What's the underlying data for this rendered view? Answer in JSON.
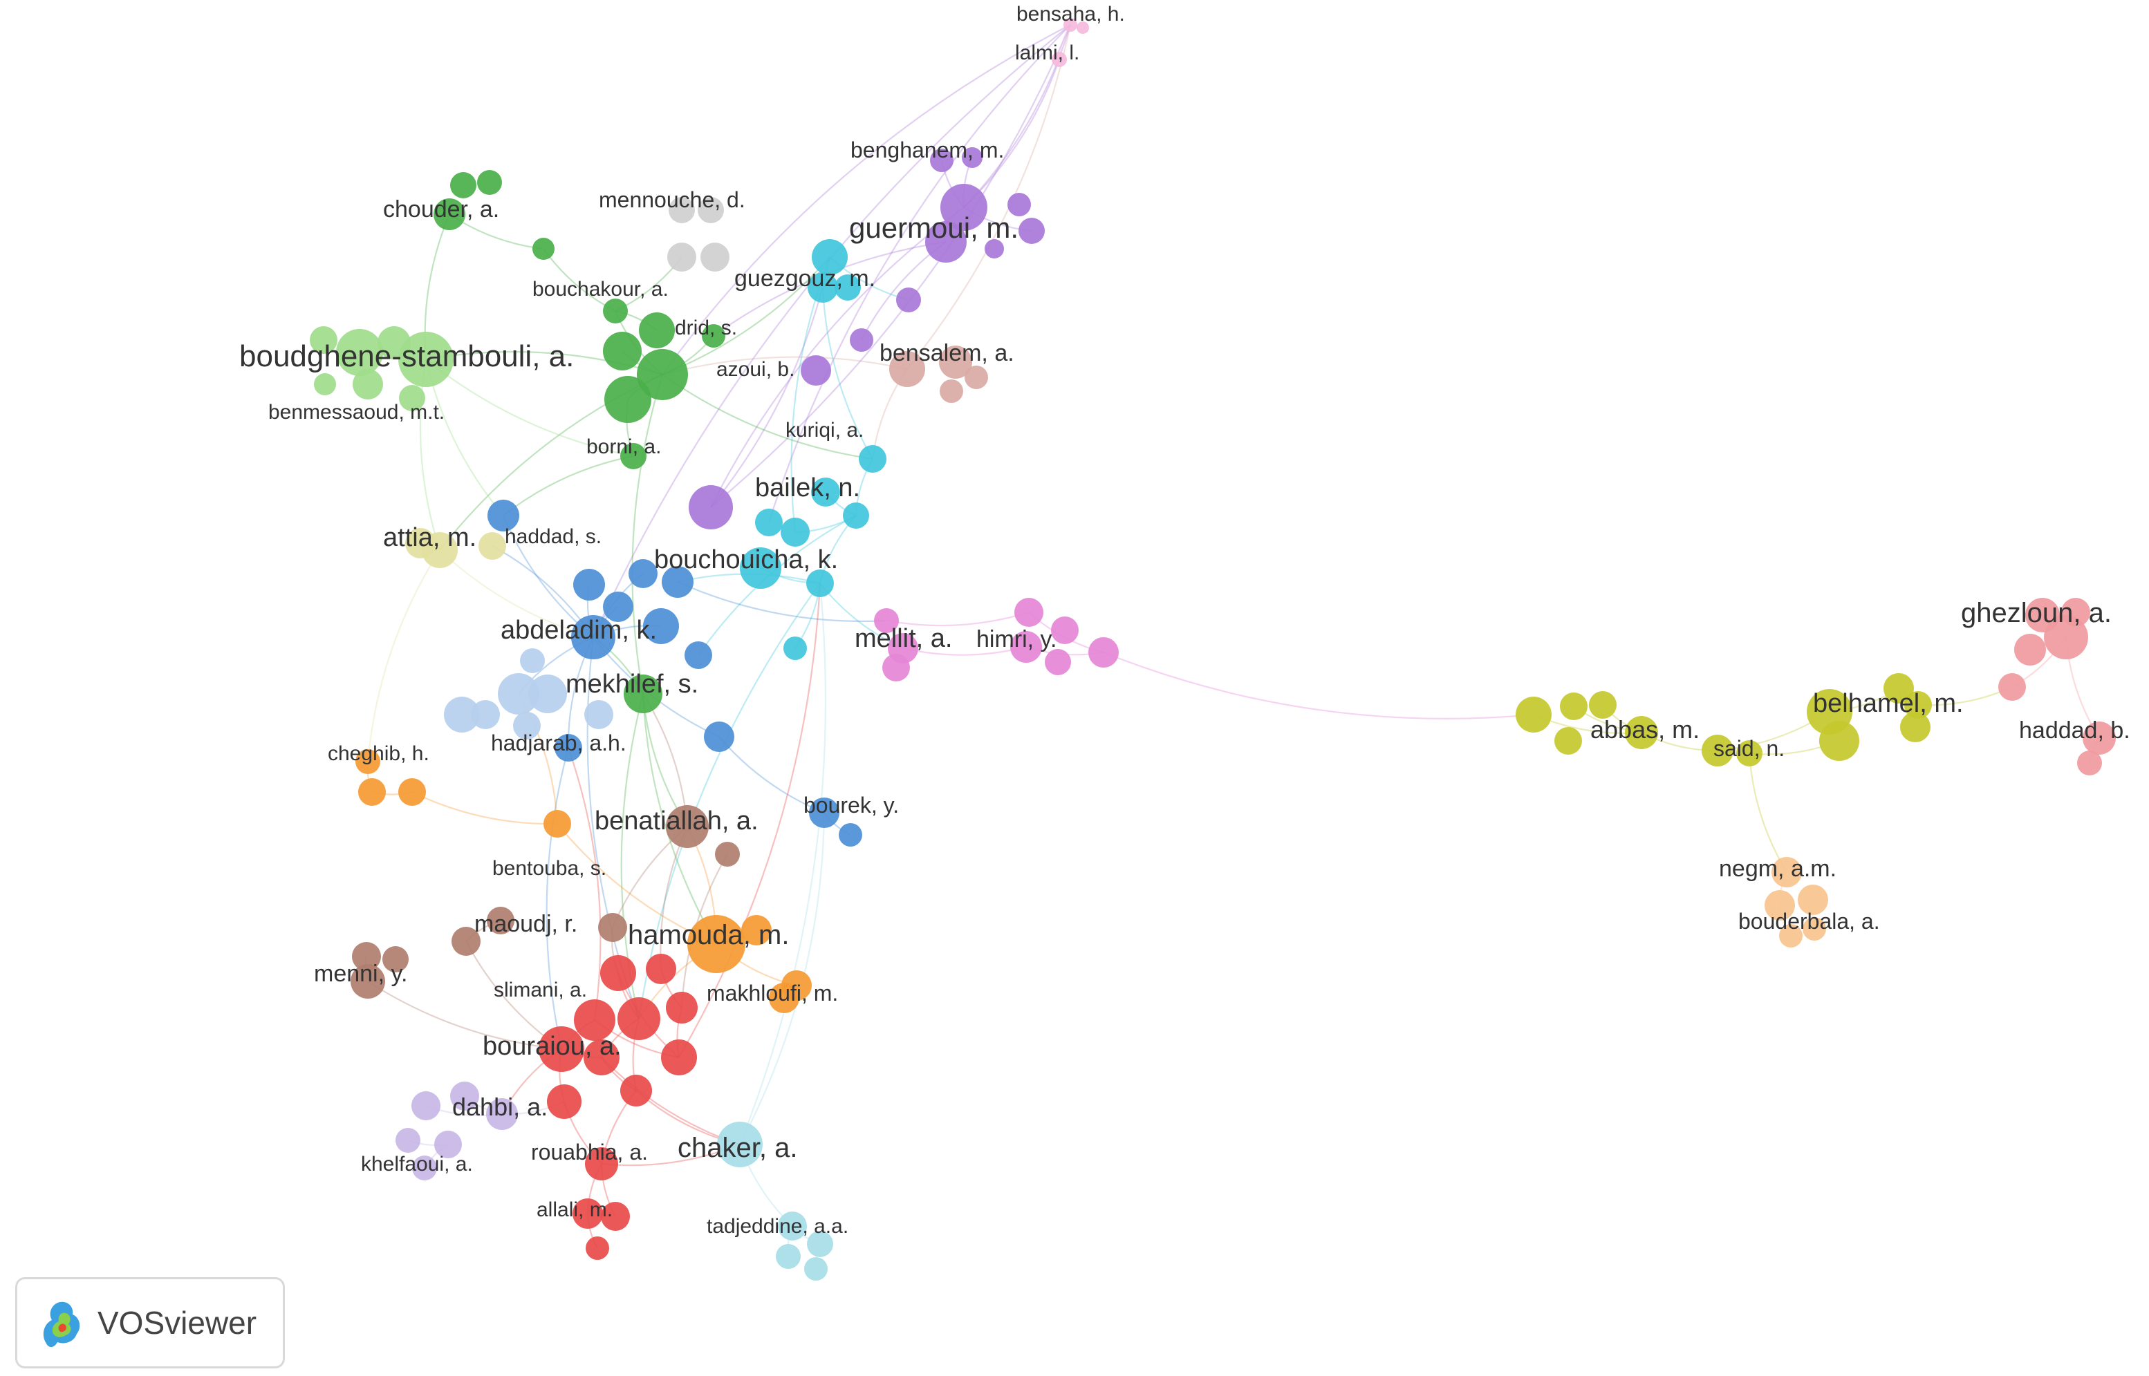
{
  "app": {
    "name": "VOSviewer"
  },
  "clusters": [
    {
      "id": "red",
      "color": "#e84a4a"
    },
    {
      "id": "green",
      "color": "#4ab04a"
    },
    {
      "id": "blue",
      "color": "#4d8fd6"
    },
    {
      "id": "yellow",
      "color": "#c4c92c"
    },
    {
      "id": "purple",
      "color": "#a877d8"
    },
    {
      "id": "cyan",
      "color": "#40c6dc"
    },
    {
      "id": "orange",
      "color": "#f59a33"
    },
    {
      "id": "brown",
      "color": "#b07e6e"
    },
    {
      "id": "pink",
      "color": "#e585d6"
    },
    {
      "id": "lightgreen",
      "color": "#9fdc8c"
    },
    {
      "id": "lightpurple",
      "color": "#c8b6e6"
    },
    {
      "id": "lightcyan",
      "color": "#a7dde8"
    },
    {
      "id": "rose",
      "color": "#f09aa0"
    },
    {
      "id": "peach",
      "color": "#f7c38e"
    },
    {
      "id": "paleyellow",
      "color": "#e3e0a0"
    },
    {
      "id": "lightblue",
      "color": "#b6cfee"
    },
    {
      "id": "lightpink",
      "color": "#f5b8dc"
    },
    {
      "id": "mauve",
      "color": "#d9a9a4"
    },
    {
      "id": "grey",
      "color": "#cfcfcf"
    }
  ],
  "labels": [
    {
      "text": "bensaha, h.",
      "cluster": "lightpink"
    },
    {
      "text": "lalmi, l.",
      "cluster": "lightpink"
    },
    {
      "text": "benghanem, m.",
      "cluster": "purple"
    },
    {
      "text": "chouder, a.",
      "cluster": "green"
    },
    {
      "text": "mennouche, d.",
      "cluster": "grey"
    },
    {
      "text": "guermoui, m.",
      "cluster": "purple"
    },
    {
      "text": "bouchakour, a.",
      "cluster": "green"
    },
    {
      "text": "guezgouz, m.",
      "cluster": "cyan"
    },
    {
      "text": "drid, s.",
      "cluster": "green"
    },
    {
      "text": "boudghene-stambouli, a.",
      "cluster": "lightgreen"
    },
    {
      "text": "azoui, b.",
      "cluster": "purple"
    },
    {
      "text": "bensalem, a.",
      "cluster": "mauve"
    },
    {
      "text": "benmessaoud, m.t.",
      "cluster": "lightgreen"
    },
    {
      "text": "kuriqi, a.",
      "cluster": "cyan"
    },
    {
      "text": "borni, a.",
      "cluster": "green"
    },
    {
      "text": "bailek, n.",
      "cluster": "cyan"
    },
    {
      "text": "attia, m.",
      "cluster": "paleyellow"
    },
    {
      "text": "haddad, s.",
      "cluster": "blue"
    },
    {
      "text": "bouchouicha, k.",
      "cluster": "cyan"
    },
    {
      "text": "abdeladim, k.",
      "cluster": "blue"
    },
    {
      "text": "mellit, a.",
      "cluster": "pink"
    },
    {
      "text": "himri, y.",
      "cluster": "pink"
    },
    {
      "text": "ghezloun, a.",
      "cluster": "rose"
    },
    {
      "text": "mekhilef, s.",
      "cluster": "green"
    },
    {
      "text": "abbas, m.",
      "cluster": "yellow"
    },
    {
      "text": "belhamel, m.",
      "cluster": "yellow"
    },
    {
      "text": "haddad, b.",
      "cluster": "rose"
    },
    {
      "text": "said, n.",
      "cluster": "yellow"
    },
    {
      "text": "cheghib, h.",
      "cluster": "orange"
    },
    {
      "text": "hadjarab, a.h.",
      "cluster": "lightblue"
    },
    {
      "text": "bourek, y.",
      "cluster": "blue"
    },
    {
      "text": "benatiallah, a.",
      "cluster": "brown"
    },
    {
      "text": "bentouba, s.",
      "cluster": "orange"
    },
    {
      "text": "negm, a.m.",
      "cluster": "peach"
    },
    {
      "text": "bouderbala, a.",
      "cluster": "peach"
    },
    {
      "text": "maoudj, r.",
      "cluster": "brown"
    },
    {
      "text": "hamouda, m.",
      "cluster": "orange"
    },
    {
      "text": "menni, y.",
      "cluster": "brown"
    },
    {
      "text": "slimani, a.",
      "cluster": "red"
    },
    {
      "text": "makhloufi, m.",
      "cluster": "orange"
    },
    {
      "text": "bouraiou, a.",
      "cluster": "red"
    },
    {
      "text": "dahbi, a.",
      "cluster": "lightpurple"
    },
    {
      "text": "rouabhia, a.",
      "cluster": "red"
    },
    {
      "text": "chaker, a.",
      "cluster": "lightcyan"
    },
    {
      "text": "khelfaoui, a.",
      "cluster": "lightpurple"
    },
    {
      "text": "allali, m.",
      "cluster": "red"
    },
    {
      "text": "tadjeddine, a.a.",
      "cluster": "lightcyan"
    }
  ]
}
